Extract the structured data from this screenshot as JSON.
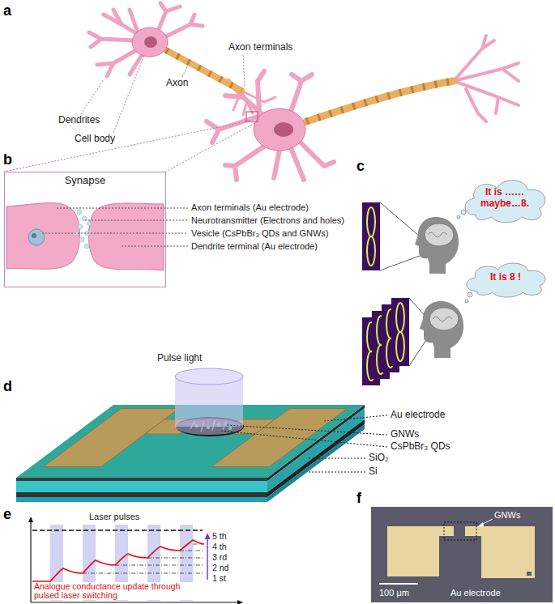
{
  "diagram": {
    "nodes": [
      {
        "text": [
          "Synapse"
        ]
      },
      {
        "text": [
          "It is …… maybe…8."
        ]
      },
      {
        "text": [
          "It is 8 !"
        ]
      }
    ],
    "labels": [
      "a",
      "Axon",
      "Axon terminals",
      "Dendrites",
      "Cell body",
      "b",
      "Axon terminals (Au electrode)",
      "Neurotransmitter (Electrons and holes)",
      "Vesicle (CsPbBr₃ QDs and GNWs)",
      "Dendrite terminal (Au electrode)",
      "c",
      "d",
      "Pulse light",
      "Au electrode",
      "GNWs",
      "CsPbBr₃ QDs",
      "SiO₂",
      "Si",
      "e",
      "Laser pulses",
      "5 th",
      "4 th",
      "3 rd",
      "2 nd",
      "1 st",
      "Analogue conductance update through pulsed laser switching",
      "f",
      "GNWs",
      "100 μm",
      "Au electrode"
    ]
  }
}
